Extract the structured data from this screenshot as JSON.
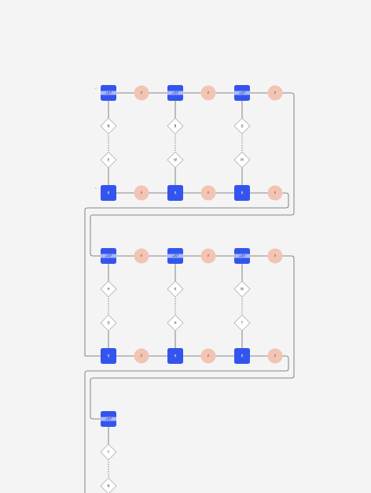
{
  "colors": {
    "background": "#f4f4f4",
    "square_fill": "#3355ee",
    "square_band": "#aab9ff",
    "circle_fill": "#f2c4b4",
    "diamond_stroke": "#999999",
    "connector": "#666666"
  },
  "rows": [
    {
      "top_label": "+87",
      "bottom_label": "R",
      "circle_label": "P",
      "start_marker": "C",
      "end_marker": "C",
      "columns": [
        {
          "d1": "N",
          "d2": "E"
        },
        {
          "d1": "B",
          "d2": "W"
        },
        {
          "d1": "D",
          "d2": "M"
        }
      ]
    },
    {
      "top_label": "+87",
      "bottom_label": "R",
      "circle_label": "P",
      "start_marker": "",
      "end_marker": "",
      "columns": [
        {
          "d1": "H",
          "d2": "D"
        },
        {
          "d1": "K",
          "d2": "H"
        },
        {
          "d1": "W",
          "d2": "T"
        }
      ]
    },
    {
      "top_label": "+87",
      "bottom_label": "",
      "circle_label": "",
      "start_marker": "",
      "end_marker": "",
      "columns": [
        {
          "d1": "Y",
          "d2": "N"
        }
      ]
    }
  ]
}
